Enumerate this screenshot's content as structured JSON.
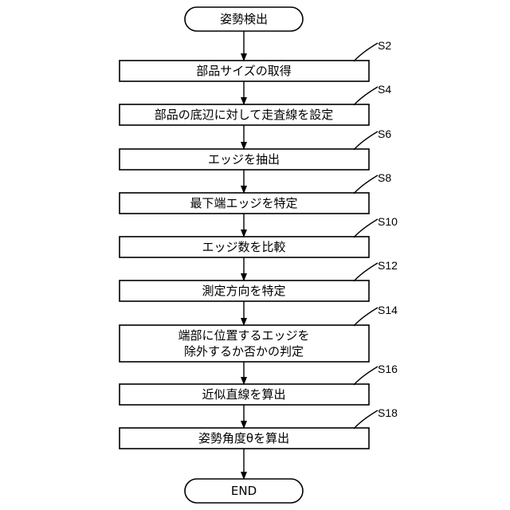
{
  "flowchart": {
    "start": "姿勢検出",
    "end": "END",
    "steps": [
      {
        "id": "S2",
        "lines": [
          "部品サイズの取得"
        ]
      },
      {
        "id": "S4",
        "lines": [
          "部品の底辺に対して走査線を設定"
        ]
      },
      {
        "id": "S6",
        "lines": [
          "エッジを抽出"
        ]
      },
      {
        "id": "S8",
        "lines": [
          "最下端エッジを特定"
        ]
      },
      {
        "id": "S10",
        "lines": [
          "エッジ数を比較"
        ]
      },
      {
        "id": "S12",
        "lines": [
          "測定方向を特定"
        ]
      },
      {
        "id": "S14",
        "lines": [
          "端部に位置するエッジを",
          "除外するか否かの判定"
        ]
      },
      {
        "id": "S16",
        "lines": [
          "近似直線を算出"
        ]
      },
      {
        "id": "S18",
        "lines": [
          "姿勢角度θを算出"
        ]
      }
    ]
  }
}
